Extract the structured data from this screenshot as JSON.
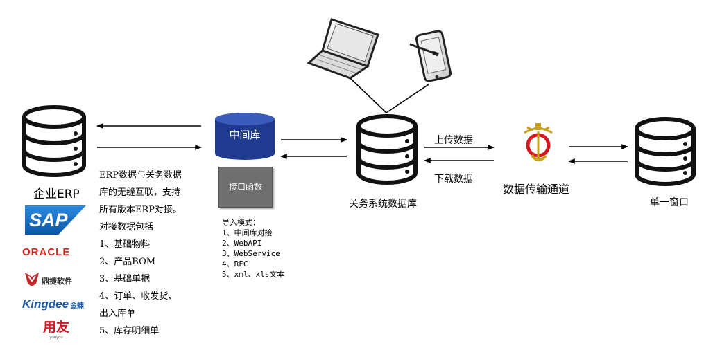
{
  "nodes": {
    "erp": "企业ERP",
    "middle_db": "中间库",
    "interface_func": "接口函数",
    "customs_db": "关务系统数据库",
    "channel": "数据传输通道",
    "single_window": "单一窗口"
  },
  "edges": {
    "upload": "上传数据",
    "download": "下载数据"
  },
  "logos": {
    "sap": "SAP",
    "oracle": "ORACLE",
    "dingjie": "鼎捷软件",
    "kingdee": "Kingdee",
    "kingdee_sub": "金蝶",
    "yonyou": "用友",
    "yonyou_sub": "yonyou"
  },
  "desc": {
    "lines": [
      "ERP数据与关务数据",
      "库的无缝互联，支持",
      "所有版本ERP对接。",
      "对接数据包括",
      "1、基础物料",
      "2、产品BOM",
      "3、基础单据",
      "4、订单、收发货、",
      "出入库单",
      "5、库存明细单"
    ]
  },
  "import_modes": {
    "title": "导入模式：",
    "items": [
      "1、中间库对接",
      "2、WebAPI",
      "3、WebService",
      "4、RFC",
      "5、xml、xls文本"
    ]
  },
  "colors": {
    "middle_db": "#1f3a8f",
    "interface_func": "#6f6f6f",
    "sap": "#1a73c8",
    "oracle": "#e0211b",
    "kingdee": "#1d5aa6",
    "yonyou": "#d7161f",
    "dingjie": "#c0282c"
  }
}
